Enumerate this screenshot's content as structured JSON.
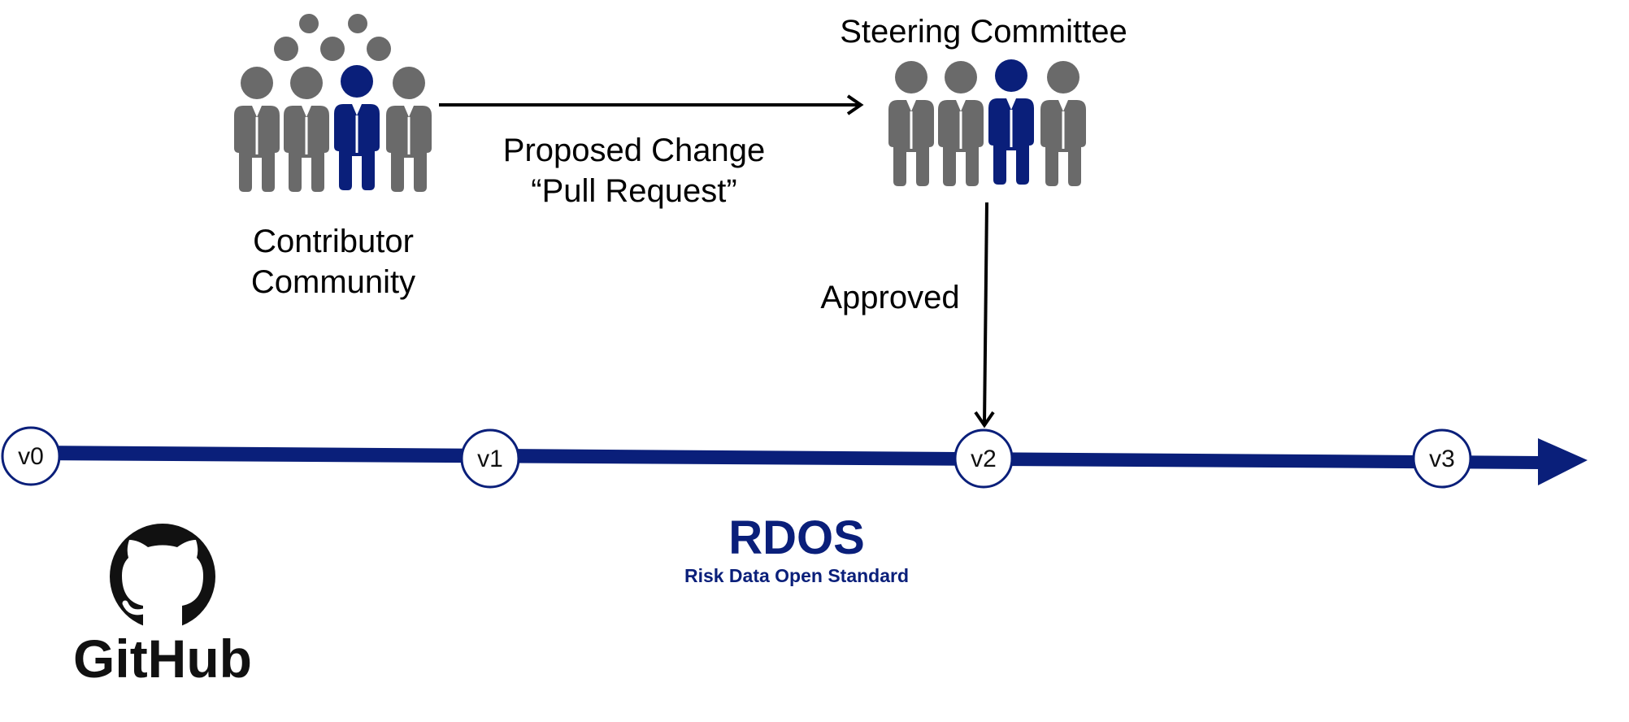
{
  "contributor": {
    "line1": "Contributor",
    "line2": "Community"
  },
  "change": {
    "line1": "Proposed Change",
    "line2": "“Pull Request”"
  },
  "committee": {
    "label": "Steering Committee"
  },
  "approval": {
    "label": "Approved"
  },
  "timeline": {
    "versions": [
      "v0",
      "v1",
      "v2",
      "v3"
    ]
  },
  "rdos": {
    "title": "RDOS",
    "subtitle": "Risk Data Open Standard"
  },
  "github": {
    "label": "GitHub"
  },
  "icons": [
    "people-group-icon",
    "arrow-right-icon",
    "arrow-down-icon",
    "timeline-arrow-icon",
    "github-octocat-icon"
  ],
  "colors": {
    "navy": "#0a1f7a",
    "gray": "#6a6a6a",
    "text": "#000000"
  }
}
